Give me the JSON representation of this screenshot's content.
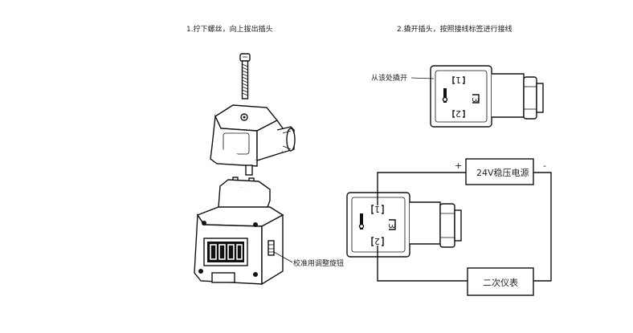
{
  "steps": {
    "step1": "1.拧下螺丝，向上拔出插头",
    "step2": "2.撬开插头，按照接线标签进行接线"
  },
  "labels": {
    "pry_here": "从该处撬开",
    "adjust_knob": "校准用调整旋钮",
    "power_supply": "24V稳压电源",
    "plus": "+",
    "minus": "-",
    "instrument": "二次仪表",
    "pin1": "1",
    "pin2": "2",
    "pin3": "3"
  }
}
